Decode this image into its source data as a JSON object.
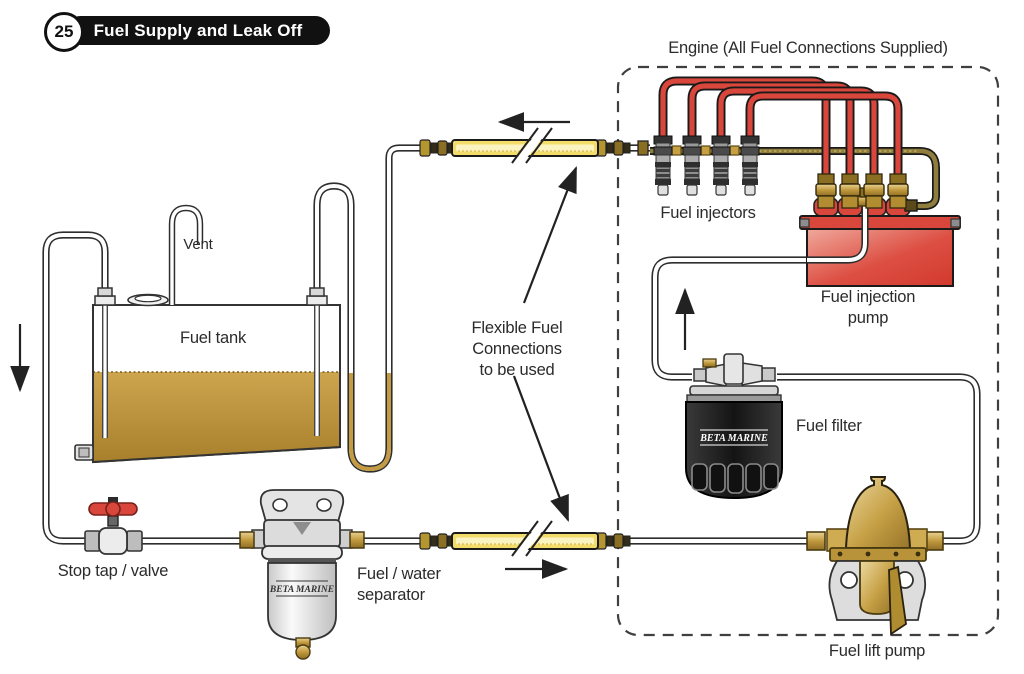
{
  "header": {
    "badge_number": "25",
    "title": "Fuel Supply and Leak Off"
  },
  "engine": {
    "label": "Engine (All Fuel Connections Supplied)",
    "injectors_label": "Fuel injectors",
    "injection_pump_label": "Fuel injection\npump",
    "filter_label": "Fuel filter",
    "lift_pump_label": "Fuel lift pump"
  },
  "tank": {
    "label": "Fuel tank",
    "vent_label": "Vent"
  },
  "supply": {
    "stop_tap_label": "Stop tap / valve",
    "separator_label": "Fuel / water\nseparator"
  },
  "flexible": {
    "label": "Flexible Fuel\nConnections\nto be used"
  },
  "brand": {
    "separator": "BETA MARINE",
    "filter": "BETA MARINE"
  },
  "colors": {
    "fuel_gold": "#c49a42",
    "hose_yellow": "#f2dc6a",
    "pipe_red": "#d9473c",
    "brass": "#c8a044",
    "filter_body": "#1e1e1e",
    "outline": "#2e2e2e"
  }
}
